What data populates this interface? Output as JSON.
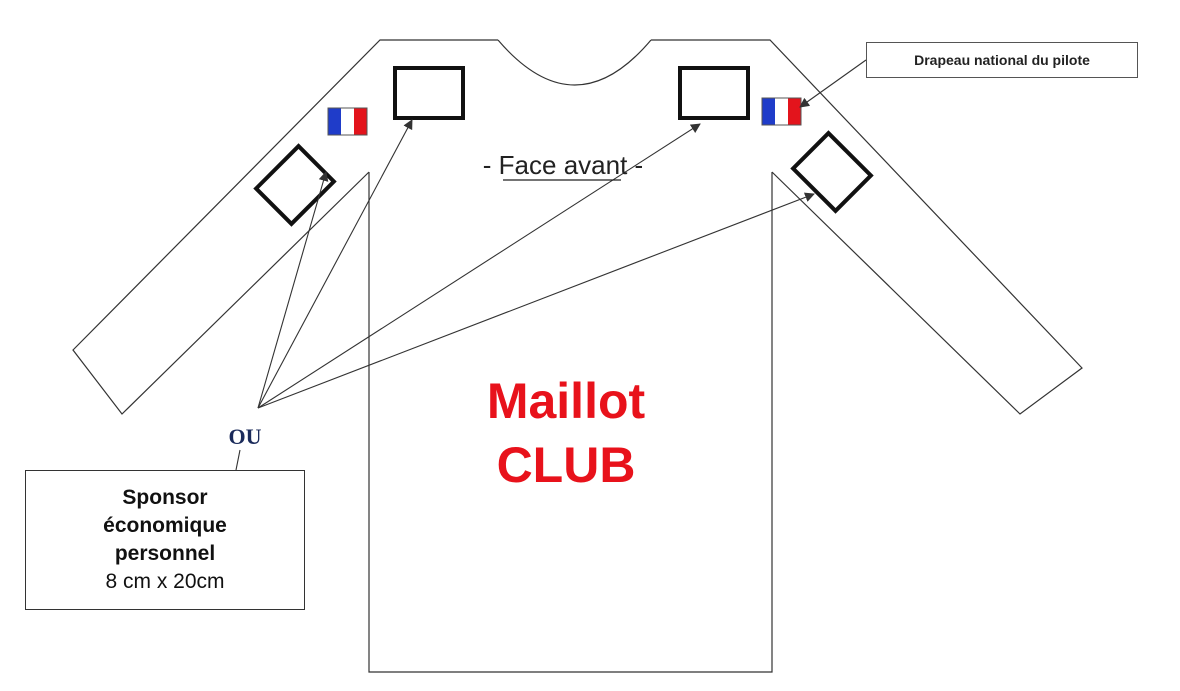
{
  "diagram": {
    "face_label": "- Face avant -",
    "main_label_line1": "Maillot",
    "main_label_line2": "CLUB",
    "or_label": "OU",
    "flag_callout": "Drapeau national du pilote",
    "sponsor": {
      "line1": "Sponsor",
      "line2": "économique",
      "line3": "personnel",
      "size": "8 cm x 20cm"
    }
  },
  "colors": {
    "outline": "#333333",
    "main_label": "#e8121b",
    "flag_blue": "#1f3cc9",
    "flag_white": "#ffffff",
    "flag_red": "#e3141c"
  },
  "icons": {
    "flag": "flag-of-france-icon"
  }
}
